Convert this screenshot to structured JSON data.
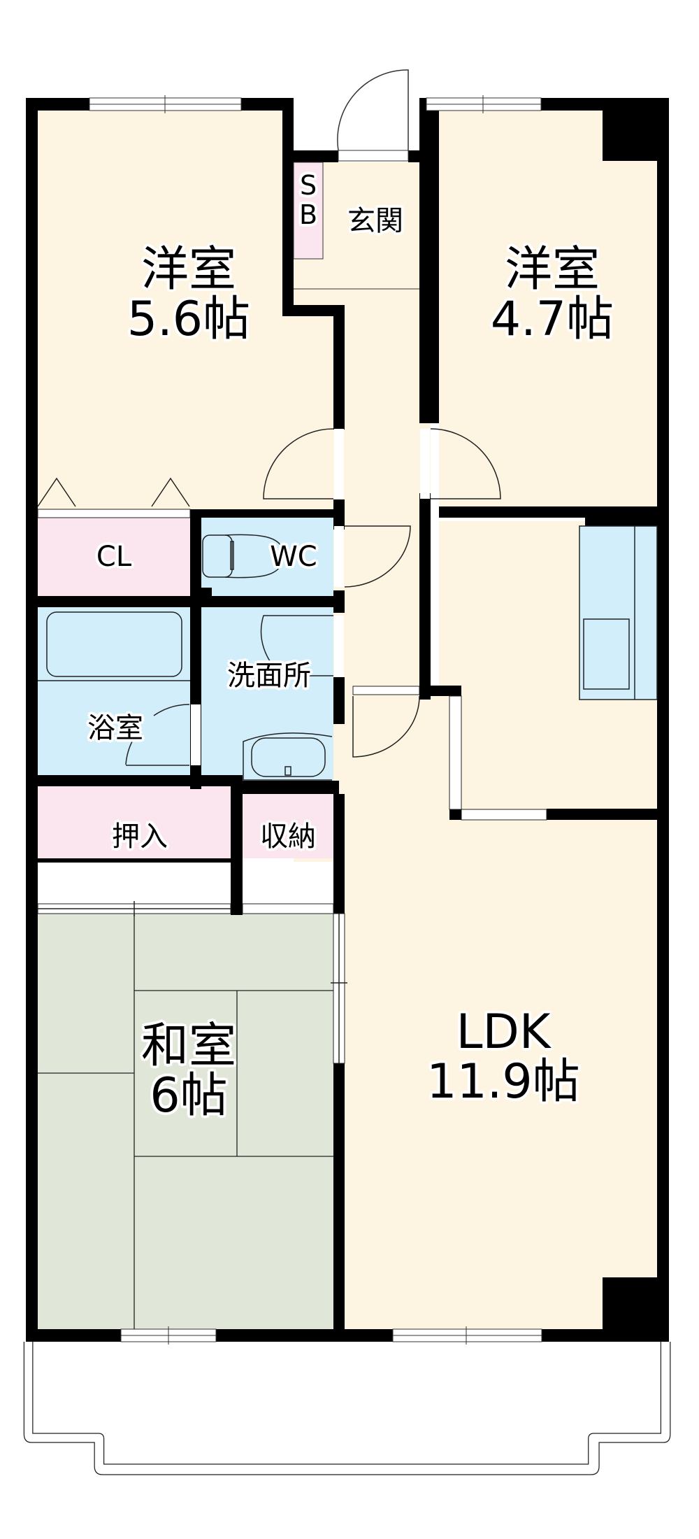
{
  "colors": {
    "wall": "#000000",
    "floor_wood": "#fdf5e2",
    "wet_area": "#d2eefa",
    "storage": "#fbe6ef",
    "tatami": "#e0e6d8",
    "opening": "#ffffff"
  },
  "rooms": {
    "western_room_1": {
      "name": "洋室",
      "size": "5.6帖"
    },
    "western_room_2": {
      "name": "洋室",
      "size": "4.7帖"
    },
    "entrance": {
      "name": "玄関"
    },
    "shoe_box": {
      "line1": "S",
      "line2": "B"
    },
    "closet": {
      "name": "CL"
    },
    "toilet": {
      "name": "WC"
    },
    "washroom": {
      "name": "洗面所"
    },
    "bathroom": {
      "name": "浴室"
    },
    "oshiire": {
      "name": "押入"
    },
    "storage": {
      "name": "収納"
    },
    "japanese_room": {
      "name": "和室",
      "size": "6帖"
    },
    "ldk": {
      "name": "LDK",
      "size": "11.9帖"
    }
  }
}
